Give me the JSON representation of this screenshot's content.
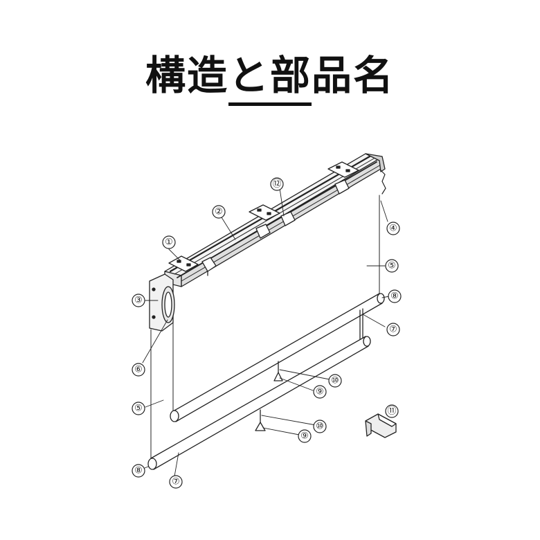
{
  "title": "構造と部品名",
  "callouts": [
    {
      "id": "c1",
      "label": "①"
    },
    {
      "id": "c2",
      "label": "②"
    },
    {
      "id": "c3",
      "label": "③"
    },
    {
      "id": "c4",
      "label": "④"
    },
    {
      "id": "c5a",
      "label": "⑤"
    },
    {
      "id": "c5b",
      "label": "⑤"
    },
    {
      "id": "c6",
      "label": "⑥"
    },
    {
      "id": "c7a",
      "label": "⑦"
    },
    {
      "id": "c7b",
      "label": "⑦"
    },
    {
      "id": "c8a",
      "label": "⑧"
    },
    {
      "id": "c8b",
      "label": "⑧"
    },
    {
      "id": "c9a",
      "label": "⑨"
    },
    {
      "id": "c9b",
      "label": "⑨"
    },
    {
      "id": "c10a",
      "label": "⑩"
    },
    {
      "id": "c10b",
      "label": "⑩"
    },
    {
      "id": "c11",
      "label": "⑪"
    },
    {
      "id": "c12",
      "label": "⑫"
    }
  ]
}
